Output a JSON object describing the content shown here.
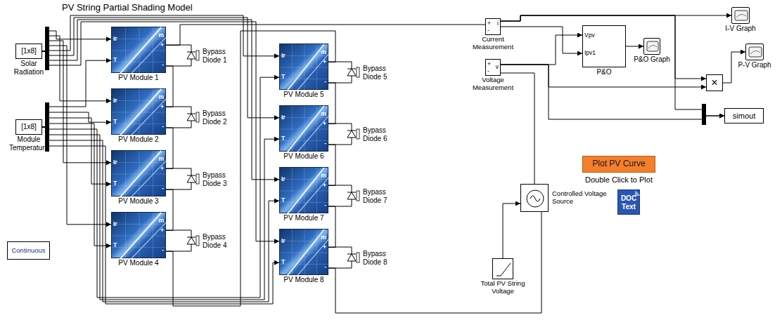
{
  "diagram": {
    "title": "PV String Partial Shading Model",
    "nodes": [
      {
        "text": [
          "[1x8]",
          "Solar Radiation"
        ]
      },
      {
        "text": [
          "[1x8]",
          "Module Temperature"
        ]
      },
      {
        "text": [
          "Ir",
          "T",
          "m",
          "+",
          "-",
          "PV Module 1"
        ]
      },
      {
        "text": [
          "Ir",
          "T",
          "m",
          "+",
          "-",
          "PV Module 2"
        ]
      },
      {
        "text": [
          "Ir",
          "T",
          "m",
          "+",
          "-",
          "PV Module 3"
        ]
      },
      {
        "text": [
          "Ir",
          "T",
          "m",
          "+",
          "-",
          "PV Module 4"
        ]
      },
      {
        "text": [
          "Ir",
          "T",
          "m",
          "+",
          "-",
          "PV Module 5"
        ]
      },
      {
        "text": [
          "Ir",
          "T",
          "m",
          "+",
          "-",
          "PV Module 6"
        ]
      },
      {
        "text": [
          "Ir",
          "T",
          "m",
          "+",
          "-",
          "PV Module 7"
        ]
      },
      {
        "text": [
          "Ir",
          "T",
          "m",
          "+",
          "-",
          "PV Module 8"
        ]
      },
      {
        "text": [
          "Bypass Diode 1"
        ]
      },
      {
        "text": [
          "Bypass Diode 2"
        ]
      },
      {
        "text": [
          "Bypass Diode 3"
        ]
      },
      {
        "text": [
          "Bypass Diode 4"
        ]
      },
      {
        "text": [
          "Bypass Diode 5"
        ]
      },
      {
        "text": [
          "Bypass Diode 6"
        ]
      },
      {
        "text": [
          "Bypass Diode 7"
        ]
      },
      {
        "text": [
          "Bypass Diode 8"
        ]
      },
      {
        "text": [
          "Continuous"
        ]
      },
      {
        "text": [
          "+",
          "i",
          "-",
          "Current Measurement"
        ]
      },
      {
        "text": [
          "+",
          "-",
          "v",
          "Voltage Measurement"
        ]
      },
      {
        "text": [
          "Vpv",
          "Ipv1",
          "P&O"
        ]
      },
      {
        "text": [
          "P&O Graph"
        ]
      },
      {
        "text": [
          "I-V Graph"
        ]
      },
      {
        "text": [
          "×"
        ]
      },
      {
        "text": [
          "P-V Graph"
        ]
      },
      {
        "text": [
          "simout"
        ]
      },
      {
        "text": [
          "Controlled Voltage Source"
        ]
      },
      {
        "text": [
          "Total PV String Voltage"
        ]
      },
      {
        "text": [
          "Plot PV Curve"
        ]
      },
      {
        "text": [
          "DOC Text"
        ]
      }
    ],
    "edges": [
      {
        "from": 0,
        "to": 2,
        "arrow": "to"
      },
      {
        "from": 0,
        "to": 3,
        "arrow": "to"
      },
      {
        "from": 0,
        "to": 4,
        "arrow": "to"
      },
      {
        "from": 0,
        "to": 5,
        "arrow": "to"
      },
      {
        "from": 0,
        "to": 6,
        "arrow": "to"
      },
      {
        "from": 0,
        "to": 7,
        "arrow": "to"
      },
      {
        "from": 0,
        "to": 8,
        "arrow": "to"
      },
      {
        "from": 0,
        "to": 9,
        "arrow": "to"
      },
      {
        "from": 1,
        "to": 2,
        "arrow": "to"
      },
      {
        "from": 1,
        "to": 3,
        "arrow": "to"
      },
      {
        "from": 1,
        "to": 4,
        "arrow": "to"
      },
      {
        "from": 1,
        "to": 5,
        "arrow": "to"
      },
      {
        "from": 1,
        "to": 6,
        "arrow": "to"
      },
      {
        "from": 1,
        "to": 7,
        "arrow": "to"
      },
      {
        "from": 1,
        "to": 8,
        "arrow": "to"
      },
      {
        "from": 1,
        "to": 9,
        "arrow": "to"
      },
      {
        "from": 2,
        "to": 10,
        "arrow": "none"
      },
      {
        "from": 3,
        "to": 11,
        "arrow": "none"
      },
      {
        "from": 4,
        "to": 12,
        "arrow": "none"
      },
      {
        "from": 5,
        "to": 13,
        "arrow": "none"
      },
      {
        "from": 6,
        "to": 14,
        "arrow": "none"
      },
      {
        "from": 7,
        "to": 15,
        "arrow": "none"
      },
      {
        "from": 8,
        "to": 16,
        "arrow": "none"
      },
      {
        "from": 9,
        "to": 17,
        "arrow": "none"
      },
      {
        "from": 2,
        "to": 3,
        "arrow": "none"
      },
      {
        "from": 3,
        "to": 4,
        "arrow": "none"
      },
      {
        "from": 4,
        "to": 5,
        "arrow": "none"
      },
      {
        "from": 5,
        "to": 6,
        "arrow": "none"
      },
      {
        "from": 6,
        "to": 7,
        "arrow": "none"
      },
      {
        "from": 7,
        "to": 8,
        "arrow": "none"
      },
      {
        "from": 8,
        "to": 9,
        "arrow": "none"
      },
      {
        "from": 2,
        "to": 19,
        "arrow": "none"
      },
      {
        "from": 9,
        "to": 27,
        "arrow": "none"
      },
      {
        "from": 20,
        "to": 27,
        "arrow": "none"
      },
      {
        "from": 28,
        "to": 27,
        "arrow": "to"
      },
      {
        "from": 19,
        "to": 21,
        "arrow": "to"
      },
      {
        "from": 20,
        "to": 21,
        "arrow": "to"
      },
      {
        "from": 21,
        "to": 22,
        "arrow": "to"
      },
      {
        "from": 19,
        "to": 23,
        "arrow": "to"
      },
      {
        "from": 19,
        "to": 24,
        "arrow": "to"
      },
      {
        "from": 20,
        "to": 24,
        "arrow": "to"
      },
      {
        "from": 24,
        "to": 25,
        "arrow": "to"
      },
      {
        "from": 19,
        "to": 26,
        "arrow": "to"
      },
      {
        "from": 20,
        "to": 26,
        "arrow": "to"
      }
    ],
    "labels": [
      "Double Click to Plot"
    ]
  }
}
